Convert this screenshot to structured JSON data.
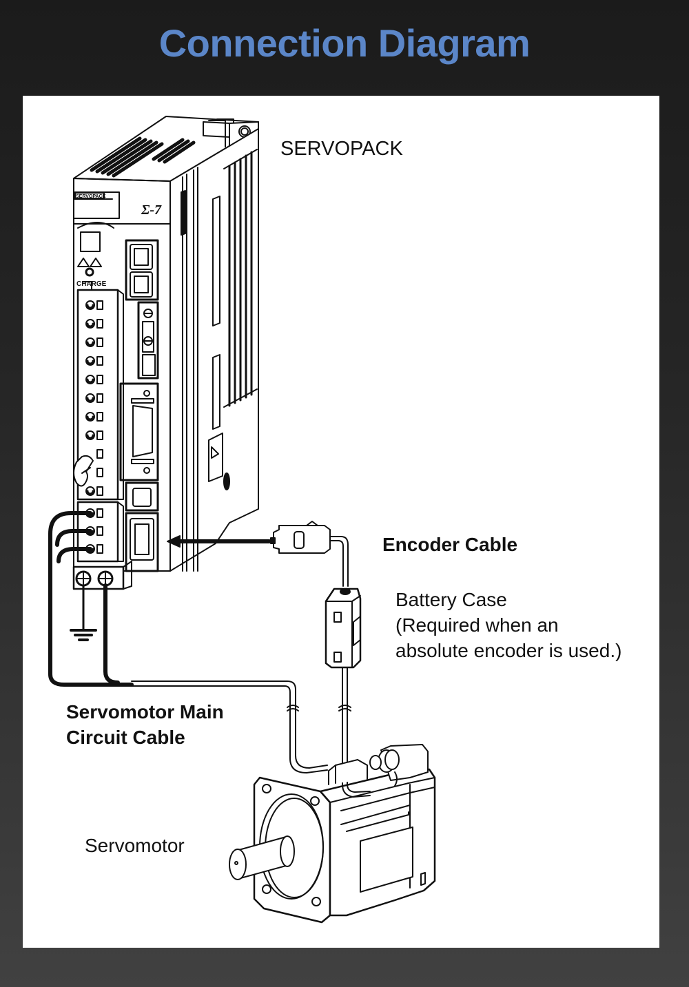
{
  "page": {
    "title": "Connection Diagram",
    "colors": {
      "title": "#5b86c8",
      "background_top": "#1b1b1b",
      "background_bottom": "#414141",
      "panel": "#ffffff",
      "line": "#111111"
    }
  },
  "diagram": {
    "labels": {
      "servopack": "SERVOPACK",
      "encoder_cable": "Encoder Cable",
      "battery_case": {
        "line1": "Battery Case",
        "line2": "(Required when an",
        "line3": "absolute encoder is used.)"
      },
      "main_circuit_cable": {
        "line1": "Servomotor Main",
        "line2": "Circuit Cable"
      },
      "servomotor": "Servomotor"
    },
    "device_marks": {
      "nameplate": "SERVOPACK",
      "logo": "Σ-7",
      "charge": "CHARGE"
    },
    "components": [
      {
        "id": "servopack",
        "icon": "servopack-icon"
      },
      {
        "id": "encoder-connector",
        "icon": "connector-icon"
      },
      {
        "id": "battery-case",
        "icon": "battery-case-icon"
      },
      {
        "id": "servomotor",
        "icon": "servomotor-icon"
      },
      {
        "id": "ground",
        "icon": "ground-icon"
      },
      {
        "id": "arrow",
        "icon": "arrow-left-icon"
      }
    ]
  }
}
